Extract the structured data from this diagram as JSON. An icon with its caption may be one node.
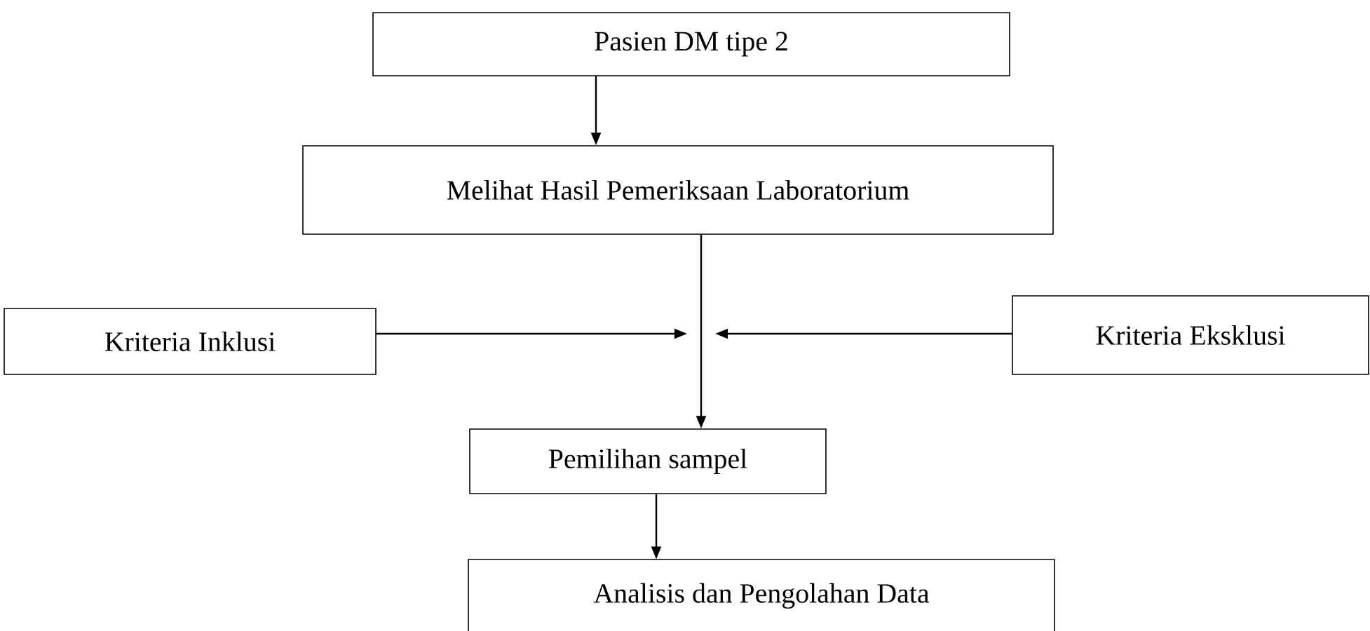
{
  "diagram": {
    "nodes": [
      {
        "text": [
          "Pasien DM tipe 2"
        ]
      },
      {
        "text": [
          "Melihat Hasil Pemeriksaan Laboratorium"
        ]
      },
      {
        "text": [
          "Kriteria Inklusi"
        ]
      },
      {
        "text": [
          "Kriteria Eksklusi"
        ]
      },
      {
        "text": [
          "Pemilihan sampel"
        ]
      },
      {
        "text": [
          "Analisis dan Pengolahan Data"
        ]
      }
    ],
    "edges": [
      {
        "from": 0,
        "to": 1,
        "arrow": "to"
      },
      {
        "from": 1,
        "to": 4,
        "arrow": "to"
      },
      {
        "from": 2,
        "to": null,
        "arrow": "to"
      },
      {
        "from": 3,
        "to": null,
        "arrow": "to"
      },
      {
        "from": 4,
        "to": 5,
        "arrow": "to"
      }
    ]
  }
}
